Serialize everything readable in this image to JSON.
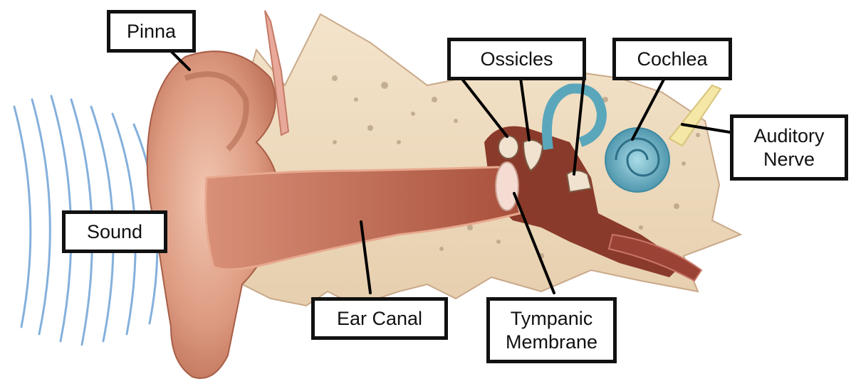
{
  "labels": {
    "pinna": "Pinna",
    "ossicles": "Ossicles",
    "cochlea": "Cochlea",
    "auditory_nerve_line1": "Auditory",
    "auditory_nerve_line2": "Nerve",
    "sound": "Sound",
    "ear_canal": "Ear Canal",
    "tympanic_line1": "Tympanic",
    "tympanic_line2": "Membrane"
  },
  "colors": {
    "sound_waves": "#6fa3d6",
    "bone_tan": "#efdcbf",
    "skin": "#e9b29b",
    "canal": "#c7765c",
    "cochlea": "#6fb4c4",
    "nerve": "#f3e6a0",
    "label_border": "#111111"
  }
}
